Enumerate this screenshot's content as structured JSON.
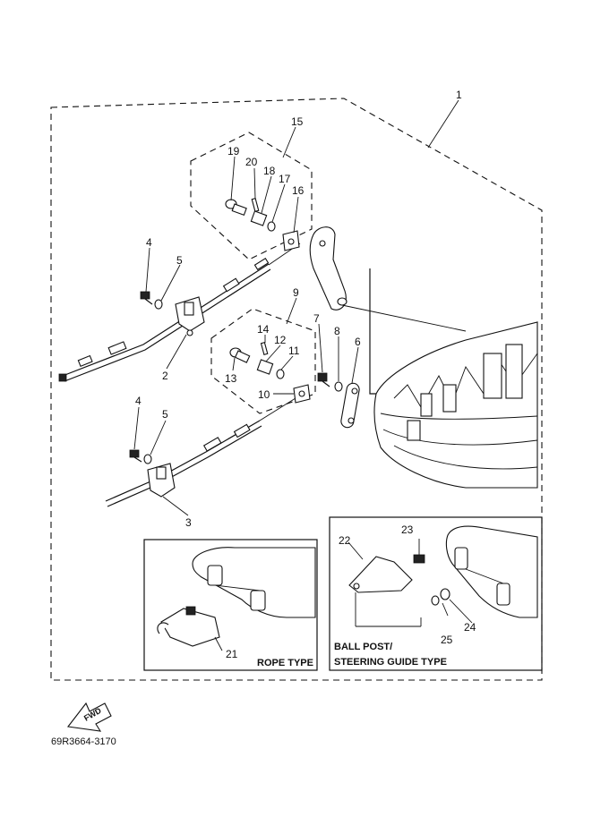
{
  "callouts": {
    "c1": "1",
    "c2": "2",
    "c3": "3",
    "c4a": "4",
    "c4b": "4",
    "c5a": "5",
    "c5b": "5",
    "c6": "6",
    "c7": "7",
    "c8": "8",
    "c9": "9",
    "c10": "10",
    "c11": "11",
    "c12": "12",
    "c13": "13",
    "c14": "14",
    "c15": "15",
    "c16": "16",
    "c17": "17",
    "c18": "18",
    "c19": "19",
    "c20": "20",
    "c21": "21",
    "c22": "22",
    "c23": "23",
    "c24": "24",
    "c25": "25"
  },
  "insets": {
    "rope_type": "ROPE TYPE",
    "ball_post_line1": "BALL POST/",
    "ball_post_line2": "STEERING GUIDE TYPE"
  },
  "direction_arrow": {
    "label": "FWD",
    "icon": "fwd-arrow-icon"
  },
  "diagram_code": "69R3664-3170"
}
